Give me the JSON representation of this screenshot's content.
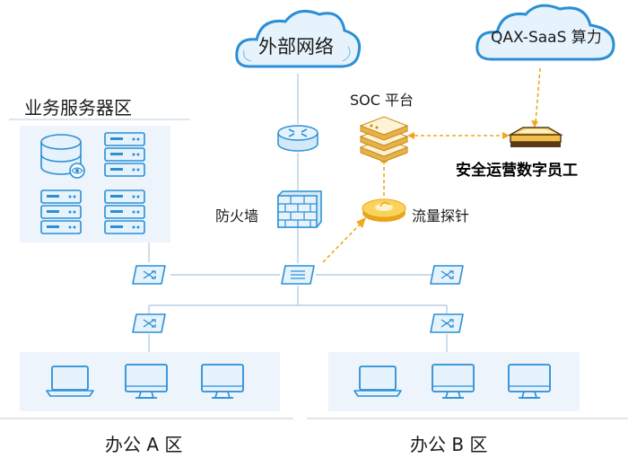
{
  "external_network": "外部网络",
  "qax_saas": "QAX-SaaS 算力",
  "server_zone": "业务服务器区",
  "soc_platform": "SOC 平台",
  "digital_staff": "安全运营数字员工",
  "firewall": "防火墙",
  "traffic_probe": "流量探针",
  "office_a": "办公 A 区",
  "office_b": "办公 B 区",
  "colors": {
    "device_blue": "#2a8fd6",
    "device_fill": "#e6f3fc",
    "panel_fill": "#eef4fb",
    "link_line": "#b9cfe3",
    "accent_orange": "#f0a719",
    "accent_gold": "#f6c64a"
  }
}
